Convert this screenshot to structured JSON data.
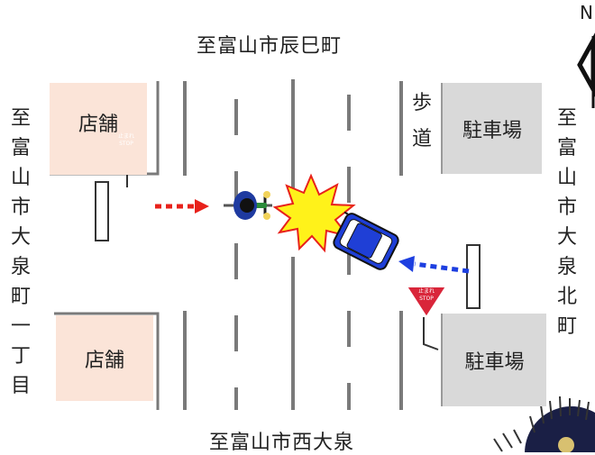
{
  "labels": {
    "north_road": "至富山市辰巳町",
    "south_road": "至富山市西大泉",
    "west_road": "至富山市大泉町一丁目",
    "east_road": "至富山市大泉北町",
    "sidewalk": "歩道",
    "compass_north": "N"
  },
  "buildings": {
    "shop_top_left": "店舗",
    "shop_bottom_left": "店舗",
    "parking_top_right": "駐車場",
    "parking_bottom_right": "駐車場"
  },
  "stop_signs": {
    "text_jp": "止まれ",
    "text_en": "STOP"
  },
  "colors": {
    "shop_fill": "#fbe4d8",
    "parking_fill": "#d9d9d9",
    "car_blue": "#1f3fd6",
    "arrow_red": "#e8211b",
    "arrow_blue": "#1d3fe0",
    "collision_yellow": "#fff21a",
    "collision_red": "#e8211b",
    "stop_sign_red": "#d9263a",
    "motorcycle_blue": "#1e3aa0"
  }
}
